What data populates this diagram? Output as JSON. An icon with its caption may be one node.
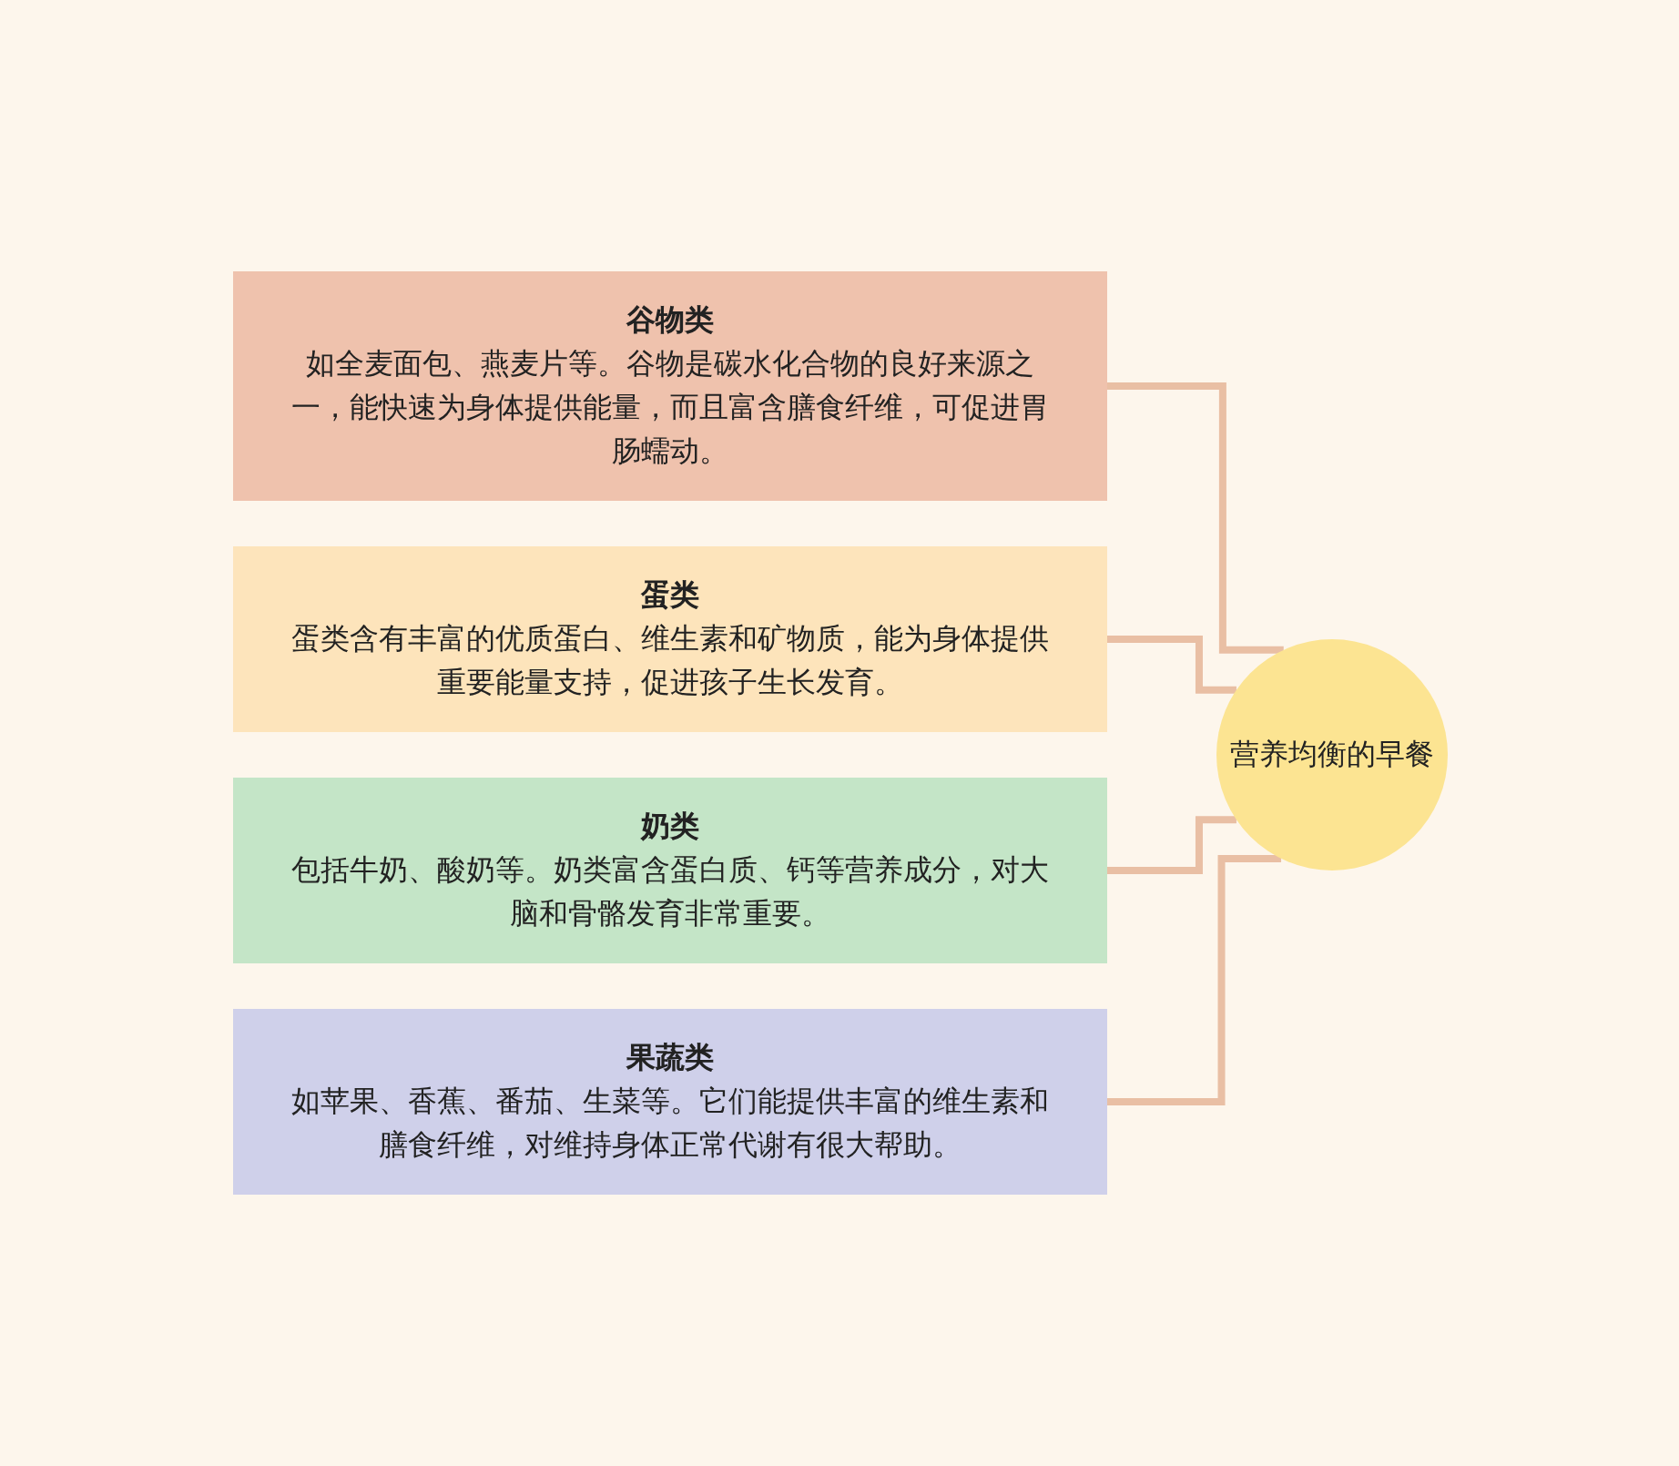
{
  "diagram": {
    "nodes": [
      {
        "text": [
          "谷物类",
          "如全麦面包、燕麦片等。谷物是碳水化合物的良好来源之一，能快速为身体提供能量，而且富含膳食纤维，可促进胃肠蠕动。"
        ]
      },
      {
        "text": [
          "蛋类",
          "蛋类含有丰富的优质蛋白、维生素和矿物质，能为身体提供重要能量支持，促进孩子生长发育。"
        ]
      },
      {
        "text": [
          "奶类",
          "包括牛奶、酸奶等。奶类富含蛋白质、钙等营养成分，对大脑和骨骼发育非常重要。"
        ]
      },
      {
        "text": [
          "果蔬类",
          "如苹果、香蕉、番茄、生菜等。它们能提供丰富的维生素和膳食纤维，对维持身体正常代谢有很大帮助。"
        ]
      },
      {
        "text": [
          "营养均衡的早餐"
        ]
      }
    ],
    "edges": [
      {
        "from": 4,
        "to": 0,
        "arrow": "none"
      },
      {
        "from": 4,
        "to": 1,
        "arrow": "none"
      },
      {
        "from": 4,
        "to": 2,
        "arrow": "none"
      },
      {
        "from": 4,
        "to": 3,
        "arrow": "none"
      }
    ]
  }
}
